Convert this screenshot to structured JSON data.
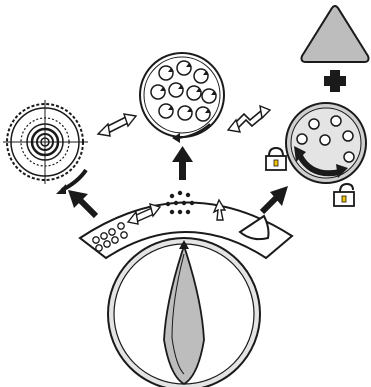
{
  "diagram": {
    "symbols": {
      "plus": "+",
      "swap_arrows": "double-headed-arrow",
      "lock_icon": "padlock-closed",
      "unlock_icon": "padlock-open"
    },
    "colors": {
      "outline": "#1a1a1a",
      "gray_fill": "#bdbdbd",
      "light_gray_fill": "#e4e4e4",
      "white": "#ffffff",
      "yellow_keyhole": "#f2c200"
    },
    "states": [
      {
        "id": "small-jets",
        "icon": "cluster-of-small-jets-icon"
      },
      {
        "id": "medium-jets",
        "icon": "cluster-of-medium-jets-icon"
      },
      {
        "id": "child-lock",
        "icon": "triangle-button-icon"
      }
    ],
    "panels": [
      {
        "id": "concentric-spray",
        "icon": "concentric-spray-face-icon"
      },
      {
        "id": "swirling-jets",
        "icon": "swirling-jets-face-icon"
      },
      {
        "id": "rotating-lock",
        "icon": "rotating-jets-lock-face-icon"
      }
    ]
  }
}
